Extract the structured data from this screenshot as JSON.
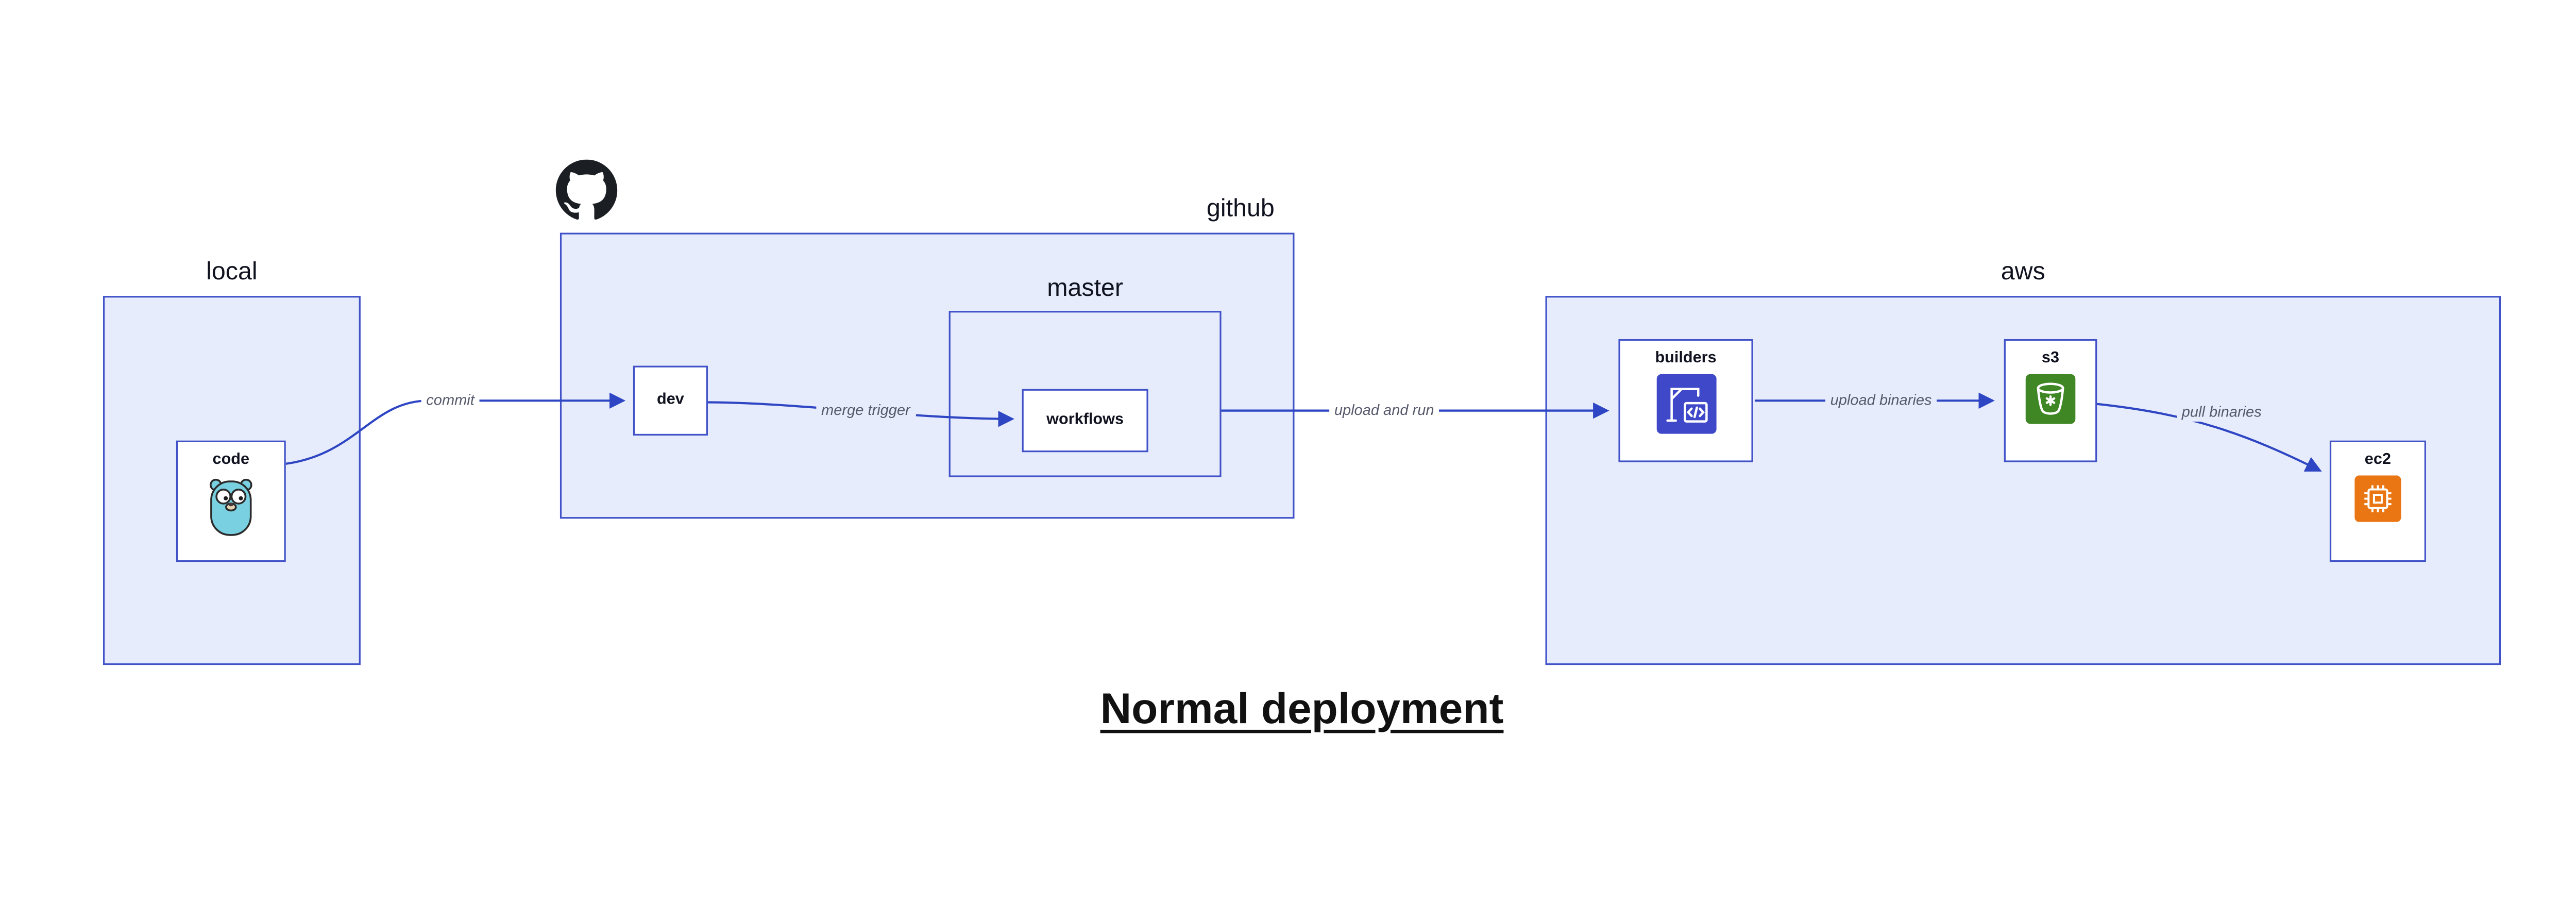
{
  "diagram": {
    "title": "Normal deployment",
    "groups": {
      "local": {
        "label": "local"
      },
      "github": {
        "label": "github"
      },
      "master": {
        "label": "master"
      },
      "aws": {
        "label": "aws"
      }
    },
    "nodes": {
      "code": {
        "label": "code",
        "icon": "go-gopher-icon"
      },
      "dev": {
        "label": "dev"
      },
      "workflows": {
        "label": "workflows"
      },
      "builders": {
        "label": "builders",
        "icon": "codebuild-icon"
      },
      "s3": {
        "label": "s3",
        "icon": "s3-bucket-icon"
      },
      "ec2": {
        "label": "ec2",
        "icon": "ec2-chip-icon"
      }
    },
    "edges": [
      {
        "from": "code",
        "to": "dev",
        "label": "commit"
      },
      {
        "from": "dev",
        "to": "workflows",
        "label": "merge trigger"
      },
      {
        "from": "master",
        "to": "builders",
        "label": "upload and run"
      },
      {
        "from": "builders",
        "to": "s3",
        "label": "upload binaries"
      },
      {
        "from": "s3",
        "to": "ec2",
        "label": "pull binaries"
      }
    ],
    "colors": {
      "group_fill": "#e6ecfb",
      "group_border": "#4152c9",
      "node_fill": "#ffffff",
      "node_border": "#4152c9",
      "edge": "#2f46c4",
      "edge_label": "#56596b",
      "github_logo": "#1b1f23",
      "codebuild_icon_bg": "#3e48c9",
      "s3_icon_bg": "#3f8624",
      "ec2_icon_bg": "#e97612",
      "gopher_body": "#79d0e0"
    }
  }
}
